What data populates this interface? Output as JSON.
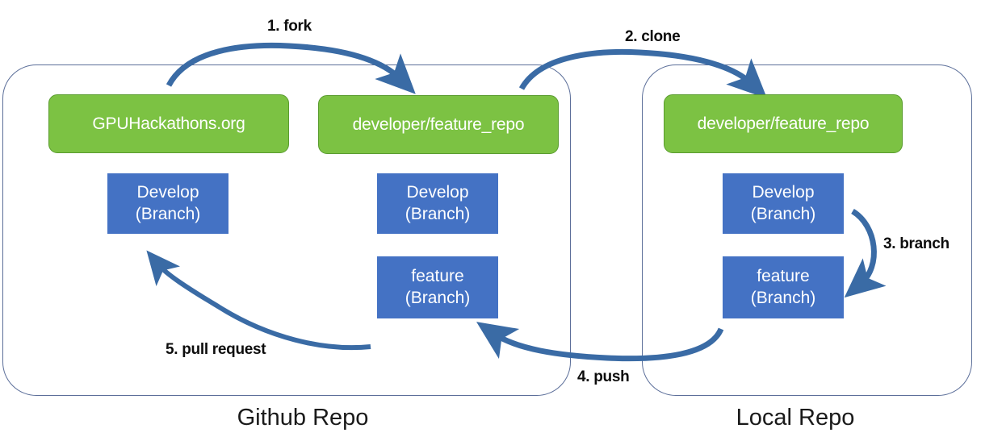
{
  "diagram": {
    "title_hidden": "",
    "colors": {
      "repo_green": "#7CC243",
      "branch_blue": "#4472C4",
      "arrow_blue": "#3A6BA5",
      "container_outline": "#5b6e99",
      "background": "#ffffff",
      "label_text": "#0d0d0d"
    },
    "containers": [
      {
        "id": "github",
        "caption": "Github Repo"
      },
      {
        "id": "local",
        "caption": "Local Repo"
      }
    ],
    "nodes": [
      {
        "id": "upstream-repo",
        "type": "repo",
        "label": "GPUHackathons.org",
        "container": "github"
      },
      {
        "id": "github-develop",
        "type": "branch",
        "label_line1": "Develop",
        "label_line2": "(Branch)",
        "container": "github"
      },
      {
        "id": "fork-repo",
        "type": "repo",
        "label": "developer/feature_repo",
        "container": "github"
      },
      {
        "id": "fork-develop",
        "type": "branch",
        "label_line1": "Develop",
        "label_line2": "(Branch)",
        "container": "github"
      },
      {
        "id": "fork-feature",
        "type": "branch",
        "label_line1": "feature",
        "label_line2": "(Branch)",
        "container": "github"
      },
      {
        "id": "local-repo",
        "type": "repo",
        "label": "developer/feature_repo",
        "container": "local"
      },
      {
        "id": "local-develop",
        "type": "branch",
        "label_line1": "Develop",
        "label_line2": "(Branch)",
        "container": "local"
      },
      {
        "id": "local-feature",
        "type": "branch",
        "label_line1": "feature",
        "label_line2": "(Branch)",
        "container": "local"
      }
    ],
    "steps": [
      {
        "number": "1",
        "label": "1. fork",
        "from": "upstream-repo",
        "to": "fork-repo"
      },
      {
        "number": "2",
        "label": "2. clone",
        "from": "fork-repo",
        "to": "local-repo"
      },
      {
        "number": "3",
        "label": "3. branch",
        "from": "local-develop",
        "to": "local-feature"
      },
      {
        "number": "4",
        "label": "4. push",
        "from": "local-feature",
        "to": "fork-feature"
      },
      {
        "number": "5",
        "label": "5. pull request",
        "from": "fork-feature",
        "to": "github-develop"
      }
    ]
  }
}
